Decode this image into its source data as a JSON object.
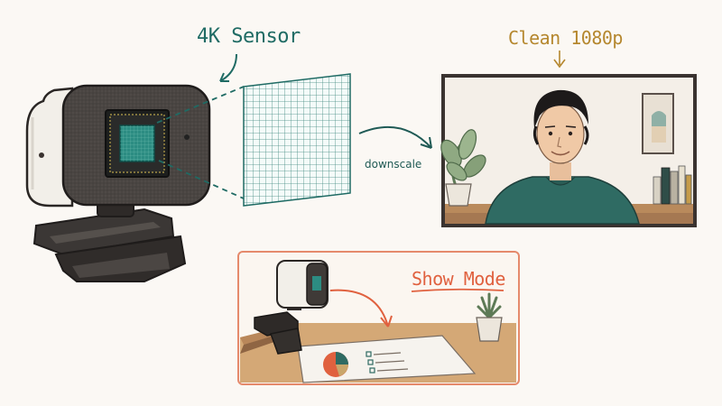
{
  "labels": {
    "sensor": "4K Sensor",
    "clean_output": "Clean 1080p",
    "downscale": "downscale",
    "show_mode": "Show Mode"
  },
  "colors": {
    "sensor_teal": "#1f6b64",
    "output_gold": "#b5872e",
    "show_mode_orange": "#e0613f",
    "frame_dark": "#3a3330",
    "panel_border_orange": "#e58a6c",
    "sweater_teal": "#2f6b63",
    "wood": "#b98a5c",
    "background": "#fbf8f4"
  },
  "icons": {
    "webcam": "webcam-illustration",
    "sensor_grid": "sensor-grid-icon",
    "portrait": "person-portrait",
    "plant": "potted-plant-icon",
    "document": "document-with-pie-chart-icon"
  }
}
